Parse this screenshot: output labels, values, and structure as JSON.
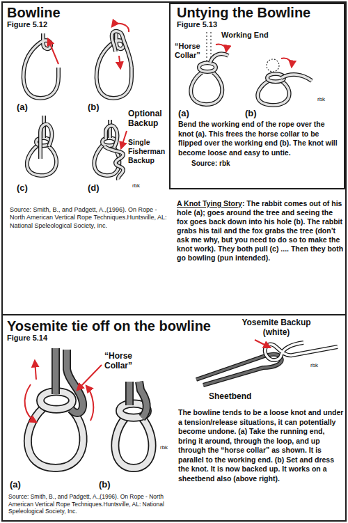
{
  "diagram": {
    "nodes": [
      {
        "text": [
          "Bowline",
          "Figure 5.12"
        ]
      },
      {
        "text": [
          "Untying the Bowline",
          "Figure 5.13",
          "Bend the working end of the rope over the knot (a). This frees the horse collar to be flipped over the working end (b). The knot will become loose and easy to untie.",
          "Source: rbk"
        ],
        "in": 0
      },
      {
        "text": [
          "Yosemite tie off on the bowline",
          "Figure 5.14"
        ]
      }
    ],
    "labels": [
      "(a)",
      "(b)",
      "(c)",
      "(d)",
      "Optional Backup",
      "Single Fisherman Backup",
      "rbk",
      "Source: Smith, B., and Padgett, A.,(1996). On Rope - North American Vertical Rope Techniques.Huntsville, AL: National Speleological Society, Inc.",
      "Working End",
      "“Horse Collar”",
      "(a)",
      "(b)",
      "rbk",
      "A Knot Tying Story",
      ": The rabbit comes out of his hole (a); goes around the tree and seeing the fox goes back down into his hole (b). The rabbit grabs his tail and the fox grabs the tree (don’t ask me why, but you need to do so to make the knot work). They both pull (c) .... Then they both go bowling (pun intended).",
      "“Horse Collar”",
      "(a)",
      "(b)",
      "rbk",
      "Yosemite Backup (white)",
      "rbk",
      "Sheetbend",
      "The bowline tends to be a loose knot and under a tension/release situations, it can potentially become undone. (a) Take the running end, bring it around, through the loop, and up through the “horse collar” as shown. It is parallel to the working end. (b) Set and dress the knot. It is now backed up. It works on a sheetbend also (above right).",
      "Source: Smith, B., and Padgett, A.,(1996). On Rope - North American Vertical Rope Techniques.Huntsville, AL: National Speleological Society, Inc."
    ]
  }
}
